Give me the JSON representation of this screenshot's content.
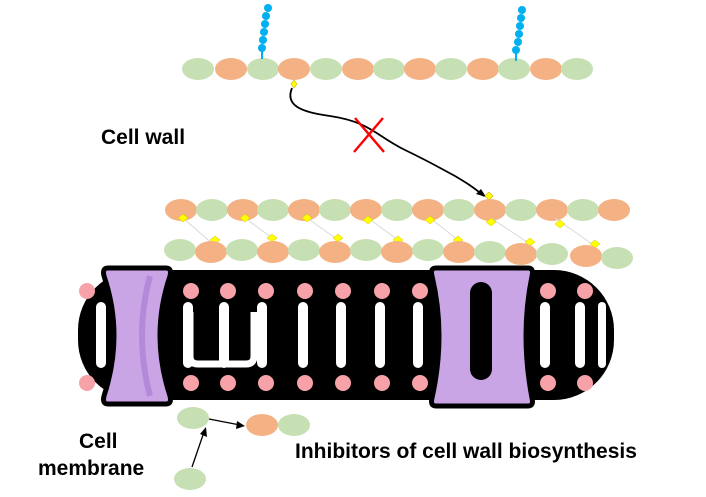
{
  "labels": {
    "cell_wall": "Cell wall",
    "cell_membrane_line1": "Cell",
    "cell_membrane_line2": "membrane",
    "caption": "Inhibitors of cell wall biosynthesis"
  },
  "colors": {
    "sugar_green": "#c6e0b4",
    "sugar_orange": "#f4b183",
    "peptide_yellow": "#ffff00",
    "pentaglycine_blue": "#00b0f0",
    "protein_purple": "#c9a5e6",
    "lipid_head_pink": "#f7a1a8",
    "membrane_black": "#000000",
    "block_mark_red": "#ff0000"
  },
  "icons": {
    "inhibition": "red-cross-icon"
  }
}
